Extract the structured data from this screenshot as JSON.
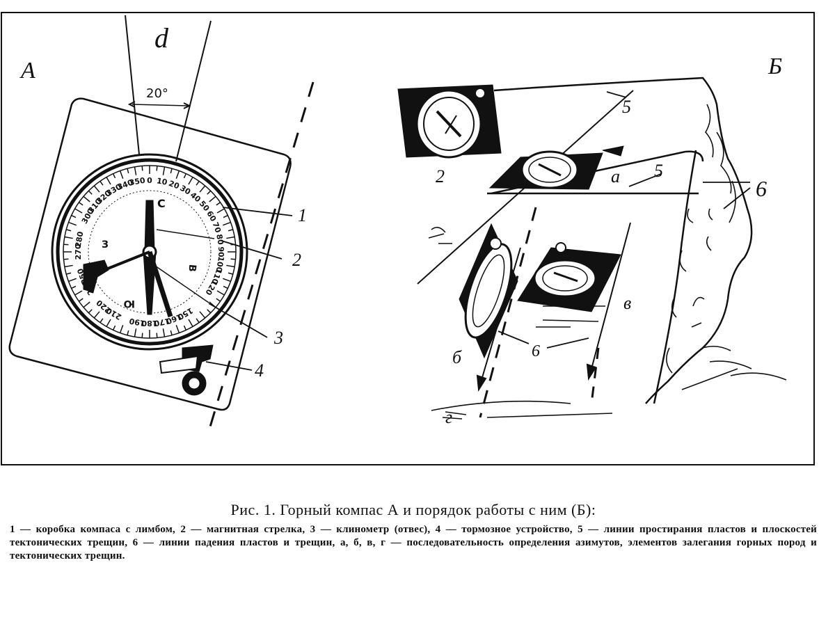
{
  "figure": {
    "panel_a": {
      "label": "А",
      "angle_letter": "d",
      "angle_value": "20°",
      "callouts": [
        "1",
        "2",
        "3",
        "4"
      ],
      "dial_numbers": [
        "10",
        "20",
        "30",
        "40",
        "50",
        "60",
        "70",
        "80",
        "90",
        "100",
        "110",
        "120",
        "150",
        "160",
        "170",
        "180",
        "190",
        "210",
        "220",
        "240",
        "250",
        "270",
        "280",
        "300",
        "310",
        "320",
        "330",
        "340",
        "350",
        "0"
      ],
      "dial_letters": {
        "north": "С",
        "south": "Ю",
        "east": "В",
        "west": "З"
      }
    },
    "panel_b": {
      "label": "Б",
      "callouts": [
        "2",
        "5",
        "5",
        "6",
        "6"
      ],
      "sequence_letters": {
        "a": "а",
        "b": "б",
        "v": "в",
        "g": "г"
      }
    }
  },
  "caption": {
    "title": "Рис. 1. Горный компас А и порядок работы с ним (Б):",
    "body": "1 — коробка компаса с лимбом, 2 — магнитная стрелка, 3 — клинометр (отвес), 4 — тормозное устройство, 5 — линии простирания пластов и плоскостей тектонических трещин, 6 — линии падения пластов и трещин, а, б, в, г — последовательность определения азимутов, элементов залегания горных пород и тектонических трещин."
  }
}
